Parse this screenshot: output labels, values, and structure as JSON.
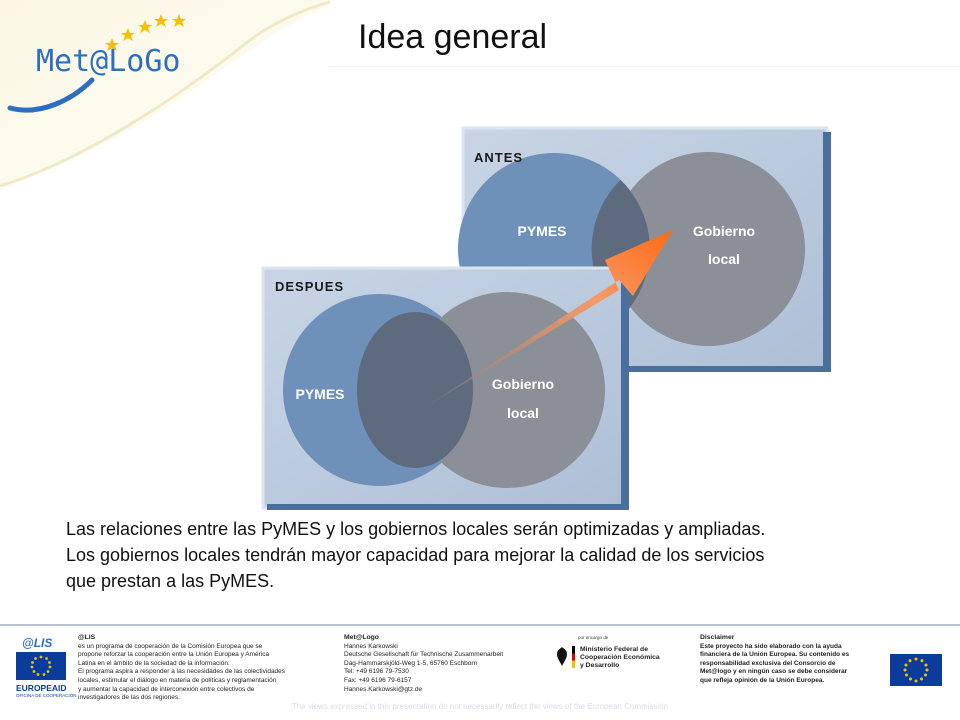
{
  "header": {
    "logo_text": "Met@LoGo",
    "title": "Idea general"
  },
  "diagram": {
    "antes": {
      "label": "ANTES",
      "left_circle": "PYMES",
      "right_circle_line1": "Gobierno",
      "right_circle_line2": "local"
    },
    "despues": {
      "label": "DESPUES",
      "left_circle": "PYMES",
      "right_circle_line1": "Gobierno",
      "right_circle_line2": "local"
    }
  },
  "body": {
    "lines": [
      "Las relaciones entre las PyMES y los gobiernos locales serán optimizadas y ampliadas.",
      "Los gobiernos locales tendrán mayor capacidad para mejorar la calidad de los servicios",
      "que prestan a las PyMES."
    ]
  },
  "footer": {
    "alis_logo": "@LIS",
    "europeaid_logo": "EUROPEAID",
    "europeaid_sub": "OFICINA DE COOPERACIÓN",
    "col1_head": "@LIS",
    "col1_lines": [
      "es un programa de cooperación de la Comisión Europea que se",
      "propone reforzar la cooperación entre la Unión Europea y América",
      "Latina en el ámbito de la sociedad de la información.",
      "El programa aspira a responder a las necesidades de las colectividades",
      "locales, estimular el diálogo en materia de políticas y reglamentación",
      "y aumentar la capacidad de interconexión entre colectivos de",
      "investigadores de las dos regiones."
    ],
    "col2_head": "Met@Logo",
    "col2_lines": [
      "Hannes Karkowski",
      "Deutsche Gesellschaft für Technische Zusammenarbeit",
      "Dag-Hammarskjöld-Weg 1-5, 65760 Eschborn",
      "Tel: +49 6196 79-7530",
      "Fax: +49 6196 79-6157",
      "Hannes.Karkowski@gtz.de"
    ],
    "ministry_small": "por encargo de",
    "ministry_lines": [
      "Ministerio Federal de",
      "Cooperación Económica",
      "y Desarrollo"
    ],
    "col4_head": "Disclaimer",
    "col4_lines": [
      "Este proyecto ha sido elaborado con la ayuda",
      "financiera de la Unión Europea. Su contenido es",
      "responsabilidad exclusiva del Consorcio de",
      "Met@logo y en ningún caso se debe considerar",
      "que refleja opinión de la Unión Europea."
    ],
    "bottom_disclaimer": "The views expressed in this presentation do not necessarily reflect the views of the European Commission"
  },
  "colors": {
    "circle_blue": "#6e90b9",
    "circle_gray": "#8a8f98",
    "overlap": "#5e6b7e",
    "frame": "#b6c6dc",
    "frame_edge": "#4b6f9c",
    "arrow": "#ff6f1e",
    "logo_blue": "#2c6fc1",
    "star_gold": "#f2c200"
  }
}
